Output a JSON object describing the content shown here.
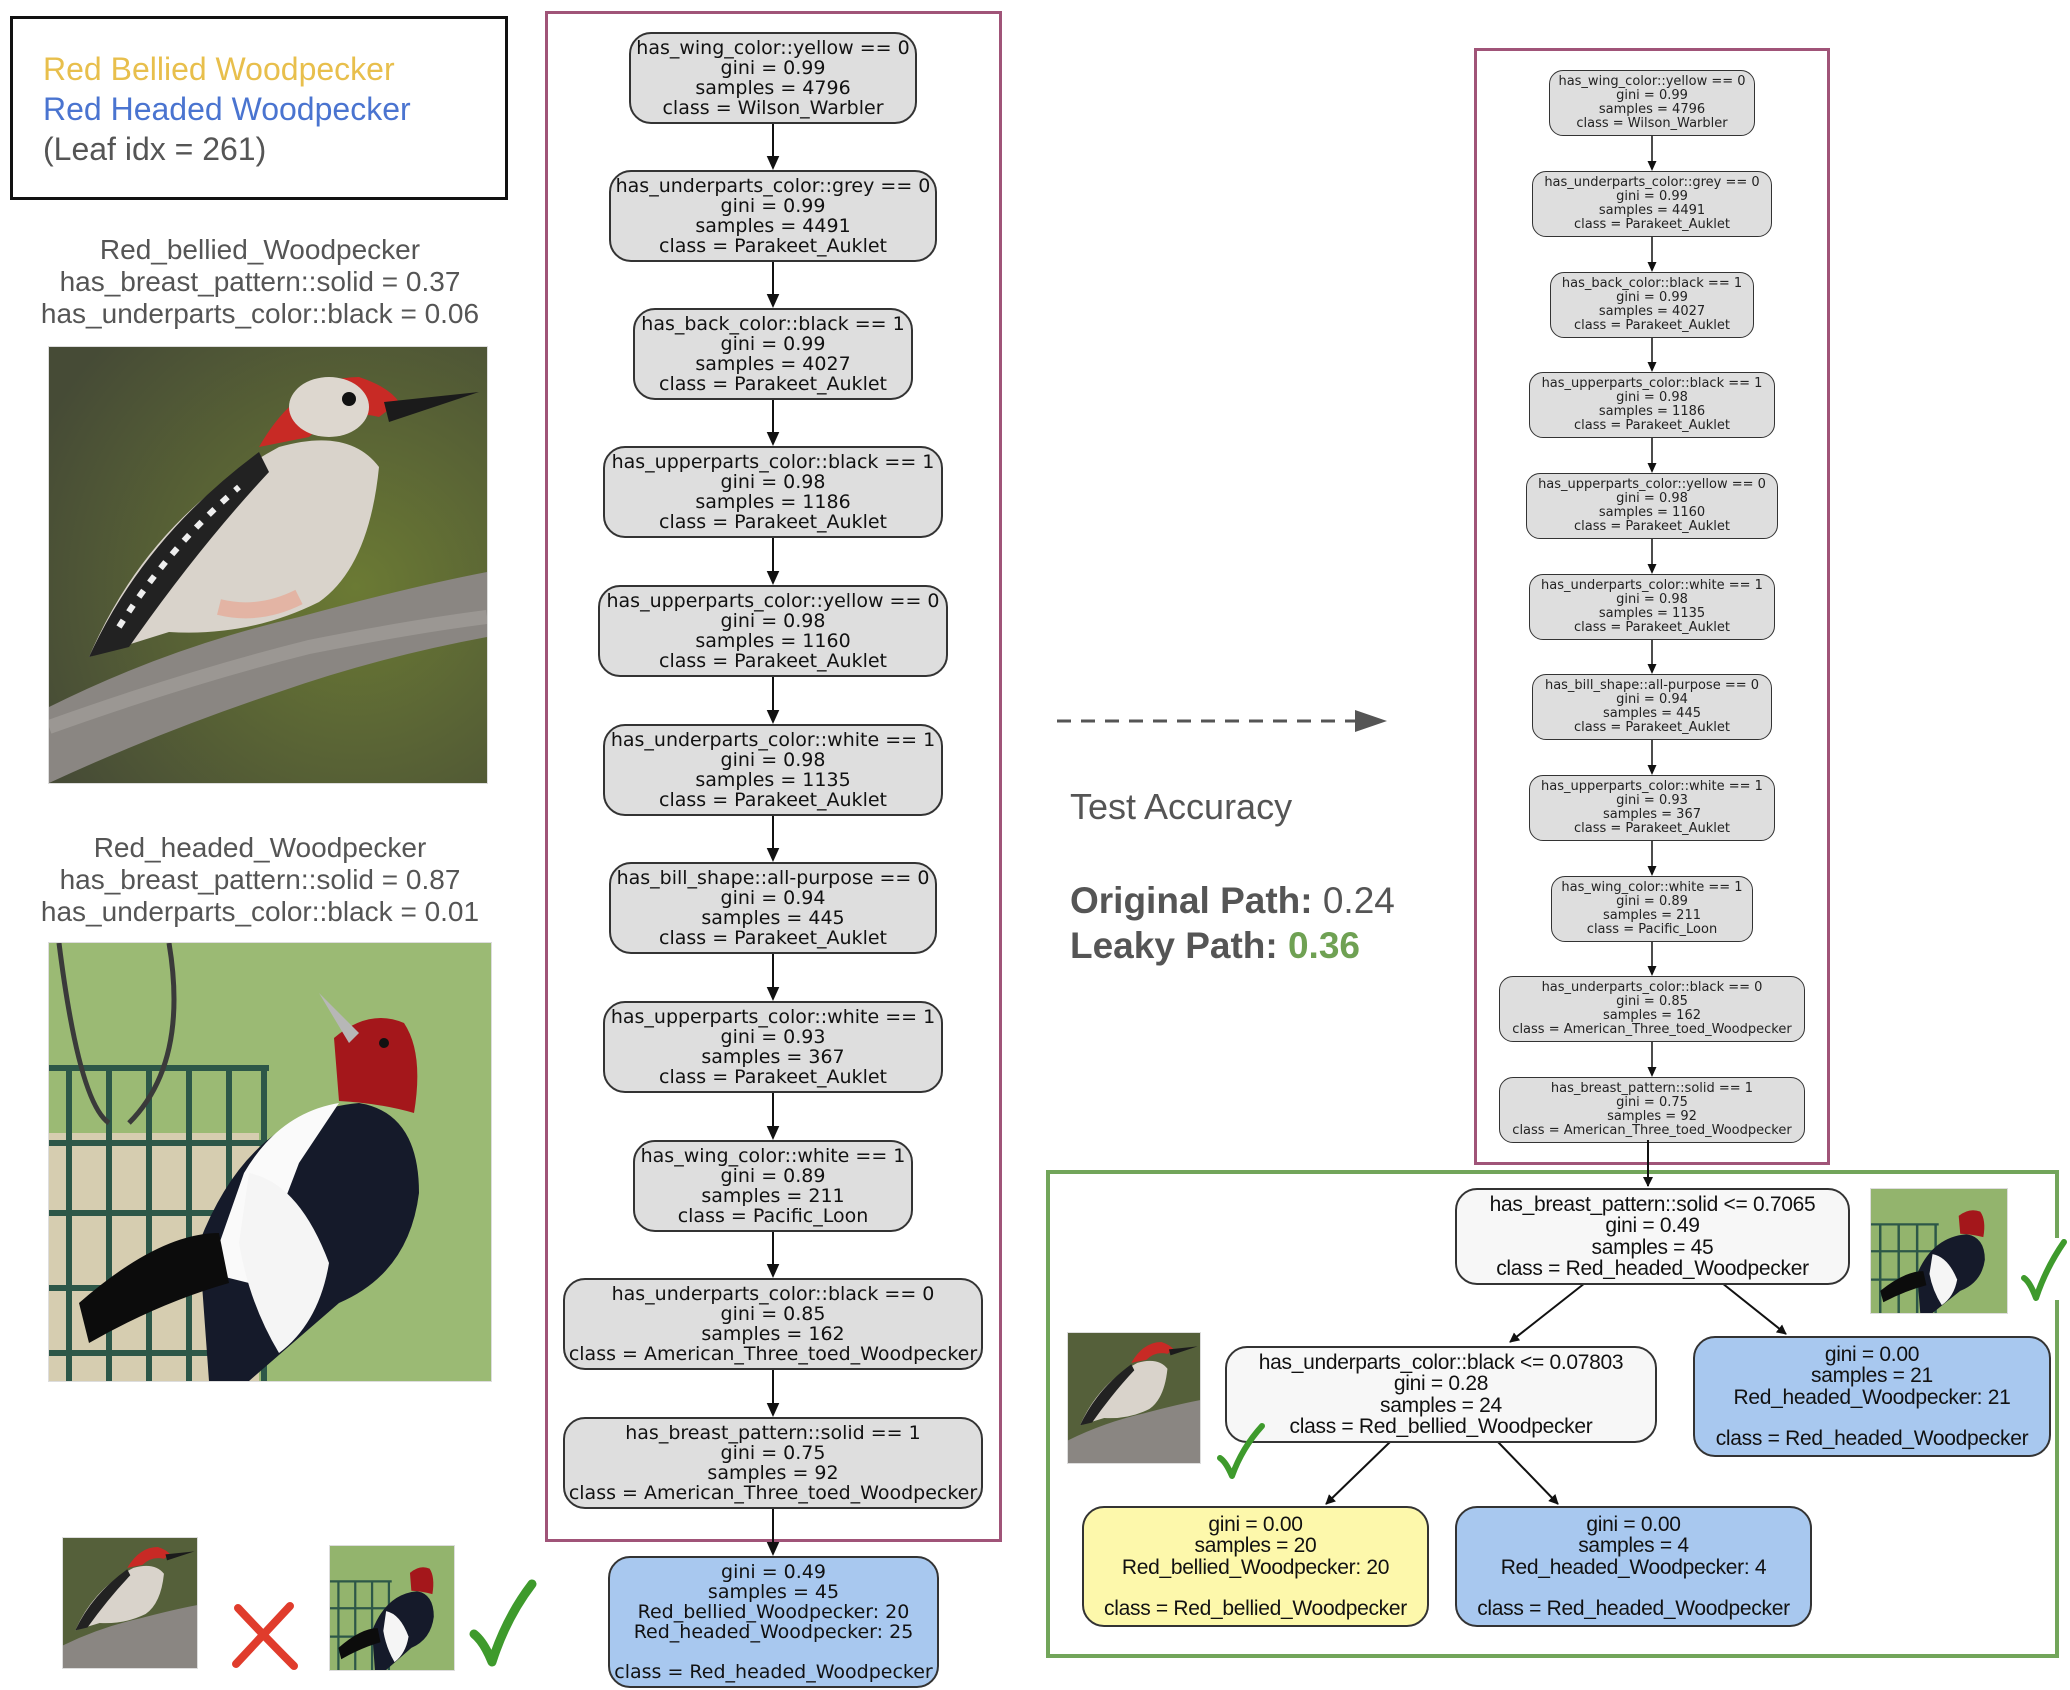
{
  "legend": {
    "line1": "Red Bellied Woodpecker",
    "line2": "Red Headed Woodpecker",
    "line3": "(Leaf idx = 261)",
    "colors": {
      "red_bellied": "#e8bf4c",
      "red_headed": "#4a74d0"
    }
  },
  "samples": [
    {
      "title": "Red_bellied_Woodpecker",
      "attr1": "has_breast_pattern::solid = 0.37",
      "attr2": "has_underparts_color::black = 0.06",
      "image": "red-bellied-woodpecker-photo"
    },
    {
      "title": "Red_headed_Woodpecker",
      "attr1": "has_breast_pattern::solid = 0.87",
      "attr2": "has_underparts_color::black = 0.01",
      "image": "red-headed-woodpecker-photo"
    }
  ],
  "bottom_result": {
    "red_bellied_icon": "cross-icon",
    "red_headed_icon": "check-icon"
  },
  "original_path": {
    "nodes": [
      {
        "rule": "has_wing_color::yellow == 0",
        "gini": "gini = 0.99",
        "samples": "samples = 4796",
        "class": "class = Wilson_Warbler"
      },
      {
        "rule": "has_underparts_color::grey == 0",
        "gini": "gini = 0.99",
        "samples": "samples = 4491",
        "class": "class = Parakeet_Auklet"
      },
      {
        "rule": "has_back_color::black == 1",
        "gini": "gini = 0.99",
        "samples": "samples = 4027",
        "class": "class = Parakeet_Auklet"
      },
      {
        "rule": "has_upperparts_color::black == 1",
        "gini": "gini = 0.98",
        "samples": "samples = 1186",
        "class": "class = Parakeet_Auklet"
      },
      {
        "rule": "has_upperparts_color::yellow == 0",
        "gini": "gini = 0.98",
        "samples": "samples = 1160",
        "class": "class = Parakeet_Auklet"
      },
      {
        "rule": "has_underparts_color::white == 1",
        "gini": "gini = 0.98",
        "samples": "samples = 1135",
        "class": "class = Parakeet_Auklet"
      },
      {
        "rule": "has_bill_shape::all-purpose == 0",
        "gini": "gini = 0.94",
        "samples": "samples = 445",
        "class": "class = Parakeet_Auklet"
      },
      {
        "rule": "has_upperparts_color::white == 1",
        "gini": "gini = 0.93",
        "samples": "samples = 367",
        "class": "class = Parakeet_Auklet"
      },
      {
        "rule": "has_wing_color::white == 1",
        "gini": "gini = 0.89",
        "samples": "samples = 211",
        "class": "class = Pacific_Loon"
      },
      {
        "rule": "has_underparts_color::black == 0",
        "gini": "gini = 0.85",
        "samples": "samples = 162",
        "class": "class = American_Three_toed_Woodpecker"
      },
      {
        "rule": "has_breast_pattern::solid == 1",
        "gini": "gini = 0.75",
        "samples": "samples = 92",
        "class": "class = American_Three_toed_Woodpecker"
      }
    ],
    "leaf": {
      "gini": "gini = 0.49",
      "samples": "samples = 45",
      "count1": "Red_bellied_Woodpecker: 20",
      "count2": "Red_headed_Woodpecker: 25",
      "class": "class = Red_headed_Woodpecker"
    }
  },
  "accuracy": {
    "title": "Test Accuracy",
    "original_label": "Original Path:",
    "original_value": "0.24",
    "leaky_label": "Leaky Path:",
    "leaky_value": "0.36",
    "leaky_color": "#6fa153"
  },
  "leaky_tree": {
    "root": {
      "rule": "has_breast_pattern::solid <= 0.7065",
      "gini": "gini = 0.49",
      "samples": "samples = 45",
      "class": "class = Red_headed_Woodpecker"
    },
    "left": {
      "rule": "has_underparts_color::black <= 0.07803",
      "gini": "gini = 0.28",
      "samples": "samples = 24",
      "class": "class = Red_bellied_Woodpecker"
    },
    "right_leaf": {
      "gini": "gini = 0.00",
      "samples": "samples = 21",
      "count": "Red_headed_Woodpecker: 21",
      "class": "class = Red_headed_Woodpecker"
    },
    "ll_leaf": {
      "gini": "gini = 0.00",
      "samples": "samples = 20",
      "count": "Red_bellied_Woodpecker: 20",
      "class": "class = Red_bellied_Woodpecker"
    },
    "lr_leaf": {
      "gini": "gini = 0.00",
      "samples": "samples = 4",
      "count": "Red_headed_Woodpecker: 4",
      "class": "class = Red_headed_Woodpecker"
    }
  },
  "colors": {
    "purple_border": "#a05478",
    "green_border": "#72a55a",
    "node_grey": "#dedede",
    "leaf_blue": "#a8c8ef",
    "leaf_yellow": "#fdf8ab",
    "check_green": "#3e9a2c",
    "cross_red": "#e03c2c"
  }
}
